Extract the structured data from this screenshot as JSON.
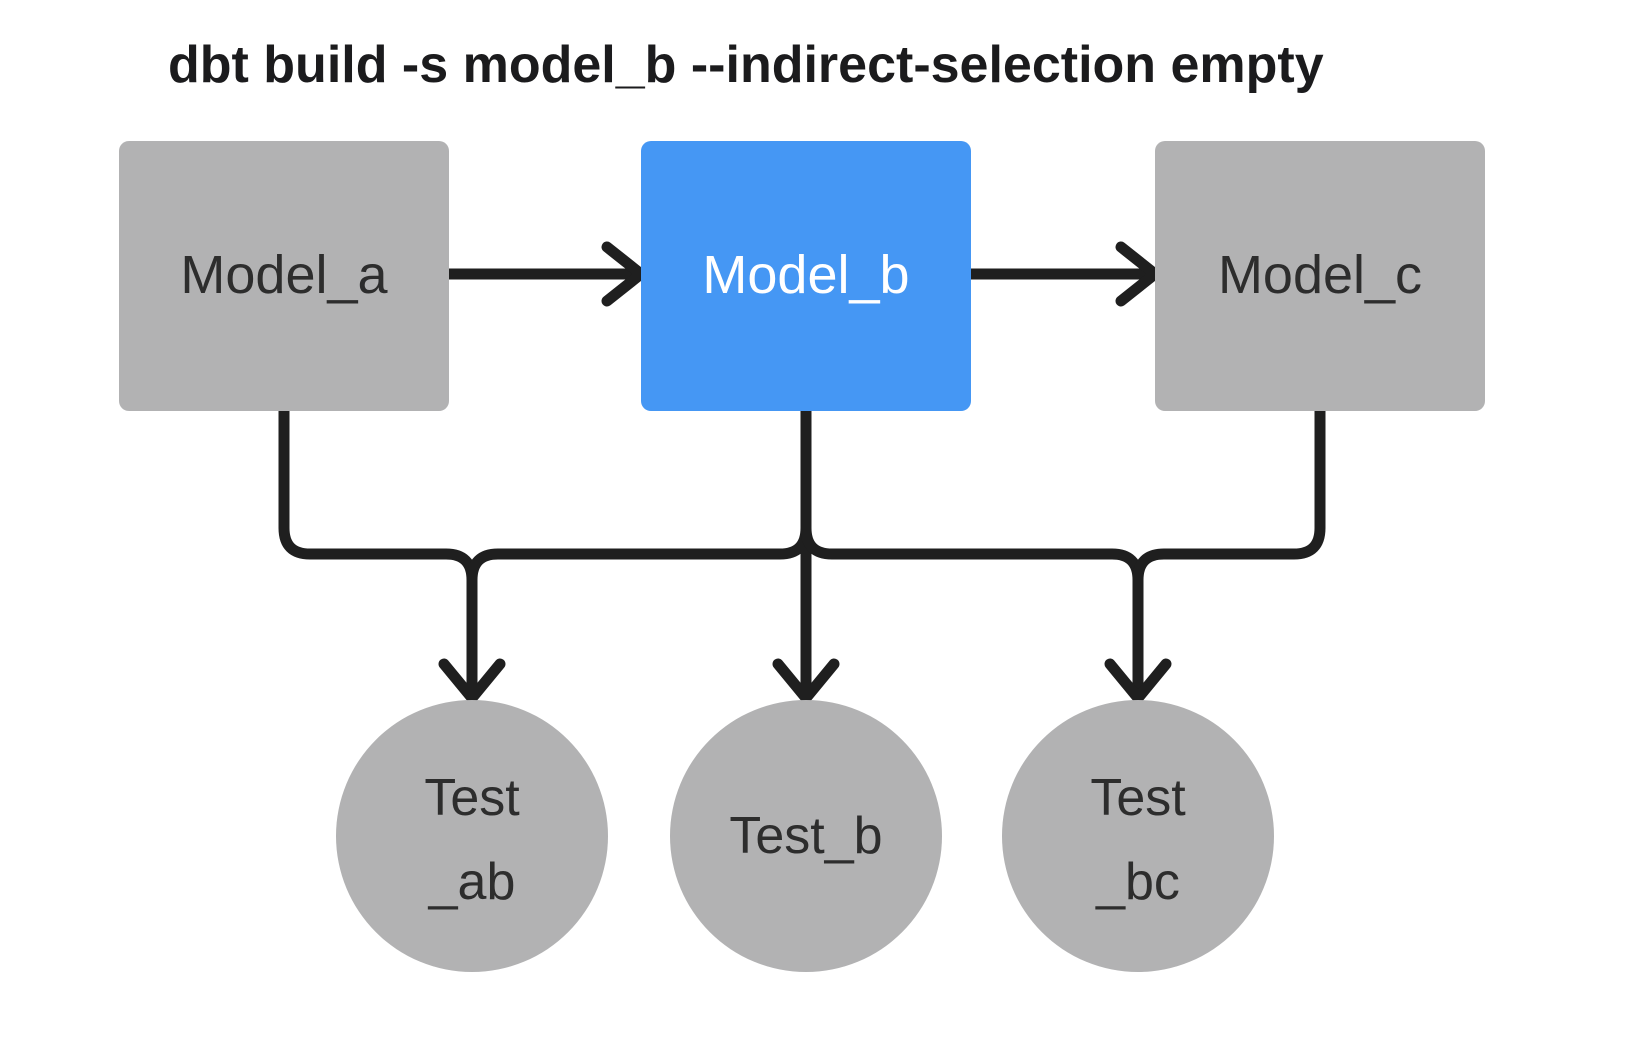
{
  "title": "dbt build -s model_b --indirect-selection empty",
  "colors": {
    "background": "#FFFFFF",
    "selected_node_fill": "#4597F4",
    "node_fill": "#B2B2B3",
    "edge_stroke": "#1F1F1F",
    "node_label_dark": "#2D2D2D",
    "node_label_light": "#FFFFFF",
    "title_text": "#1B1B1D"
  },
  "nodes": {
    "model_a": {
      "label": "Model_a",
      "shape": "rect",
      "state": "unselected"
    },
    "model_b": {
      "label": "Model_b",
      "shape": "rect",
      "state": "selected"
    },
    "model_c": {
      "label": "Model_c",
      "shape": "rect",
      "state": "unselected"
    },
    "test_ab": {
      "label": "Test _ab",
      "lines": [
        "Test",
        "_ab"
      ],
      "shape": "circle",
      "state": "unselected"
    },
    "test_b": {
      "label": "Test_b",
      "lines": [
        "Test_b"
      ],
      "shape": "circle",
      "state": "unselected"
    },
    "test_bc": {
      "label": "Test _bc",
      "lines": [
        "Test",
        "_bc"
      ],
      "shape": "circle",
      "state": "unselected"
    }
  },
  "edges": [
    {
      "from": "model_a",
      "to": "model_b"
    },
    {
      "from": "model_b",
      "to": "model_c"
    },
    {
      "from": "model_a",
      "to": "test_ab"
    },
    {
      "from": "model_b",
      "to": "test_ab"
    },
    {
      "from": "model_b",
      "to": "test_b"
    },
    {
      "from": "model_b",
      "to": "test_bc"
    },
    {
      "from": "model_c",
      "to": "test_bc"
    }
  ]
}
